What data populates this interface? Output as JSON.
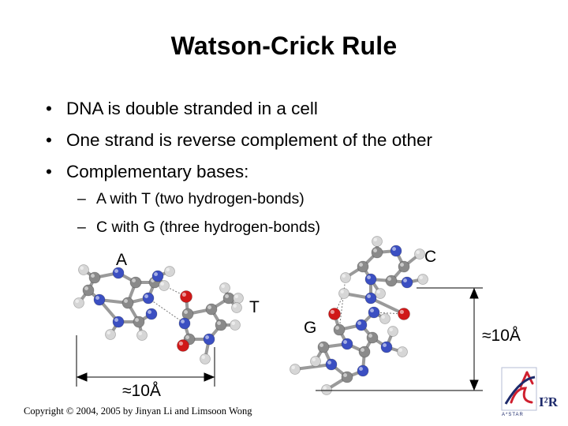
{
  "slide": {
    "title": "Watson-Crick Rule",
    "bullets": [
      "DNA is double stranded in a cell",
      "One strand is reverse complement of the other",
      "Complementary bases:"
    ],
    "sub_bullets": [
      "A with T (two hydrogen-bonds)",
      "C with G (three hydrogen-bonds)"
    ],
    "bullet_glyph": "•",
    "sub_glyph": "–"
  },
  "figure": {
    "labels": {
      "a": "A",
      "t": "T",
      "c": "C",
      "g": "G"
    },
    "measure_left": "≈10Å",
    "measure_right": "≈10Å",
    "colors": {
      "carbon": "#8a8a8a",
      "hydrogen": "#d6d6d6",
      "nitrogen": "#3b4fc2",
      "oxygen": "#d01818"
    }
  },
  "footer": {
    "copyright": "Copyright © 2004, 2005 by Jinyan Li and Limsoon Wong",
    "logo_text": "I²R",
    "logo_sub": "A*STAR"
  }
}
